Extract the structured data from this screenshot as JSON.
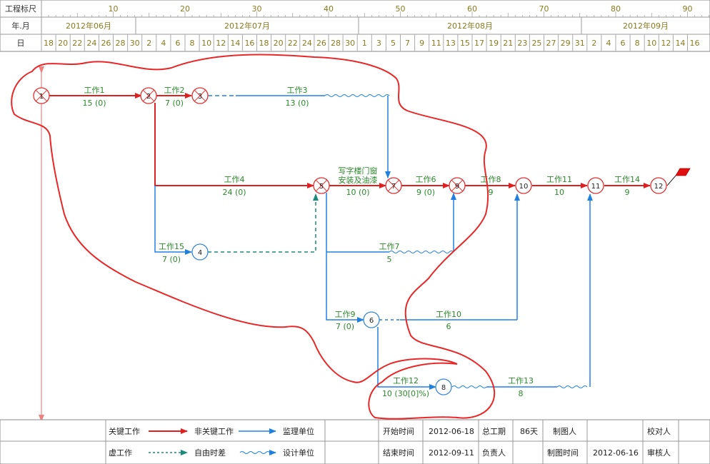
{
  "header": {
    "scale_label": "工程标尺",
    "month_label": "年.月",
    "day_label": "日",
    "scale_ticks": [
      "10",
      "20",
      "30",
      "40",
      "50",
      "60",
      "70",
      "80",
      "90"
    ],
    "months": [
      "2012年06月",
      "2012年07月",
      "2012年08月",
      "2012年09月"
    ],
    "days": [
      "18",
      "20",
      "22",
      "24",
      "26",
      "28",
      "30",
      "2",
      "4",
      "6",
      "8",
      "10",
      "12",
      "14",
      "16",
      "18",
      "20",
      "22",
      "24",
      "26",
      "28",
      "30",
      "1",
      "3",
      "5",
      "7",
      "9",
      "11",
      "13",
      "15",
      "17",
      "19",
      "21",
      "23",
      "25",
      "27",
      "29",
      "31",
      "2",
      "4",
      "6",
      "8",
      "10",
      "12",
      "14",
      "16"
    ]
  },
  "nodes": [
    {
      "id": "1",
      "label": "1",
      "crossed": true,
      "color": "#e03030"
    },
    {
      "id": "2",
      "label": "2",
      "crossed": true,
      "color": "#e03030"
    },
    {
      "id": "3",
      "label": "3",
      "crossed": true,
      "color": "#e03030"
    },
    {
      "id": "4",
      "label": "4",
      "crossed": false,
      "color": "#3a86d8"
    },
    {
      "id": "5",
      "label": "5",
      "crossed": true,
      "color": "#e03030"
    },
    {
      "id": "7",
      "label": "7",
      "crossed": true,
      "color": "#e03030"
    },
    {
      "id": "9",
      "label": "9",
      "crossed": true,
      "color": "#e03030"
    },
    {
      "id": "10",
      "label": "10",
      "crossed": false,
      "color": "#e03030"
    },
    {
      "id": "11",
      "label": "11",
      "crossed": false,
      "color": "#e03030"
    },
    {
      "id": "12",
      "label": "12",
      "crossed": false,
      "color": "#e03030"
    },
    {
      "id": "6",
      "label": "6",
      "crossed": false,
      "color": "#3a86d8"
    },
    {
      "id": "8",
      "label": "8",
      "crossed": false,
      "color": "#3a86d8"
    }
  ],
  "tasks": [
    {
      "name": "工作1",
      "duration": "15 (0)"
    },
    {
      "name": "工作2",
      "duration": "7 (0)"
    },
    {
      "name": "工作3",
      "duration": "13 (0)"
    },
    {
      "name": "工作4",
      "duration": "24 (0)"
    },
    {
      "name": "写字楼门窗",
      "name2": "安装及油漆",
      "duration": "10 (0)"
    },
    {
      "name": "工作6",
      "duration": "9 (0)"
    },
    {
      "name": "工作8",
      "duration": "9"
    },
    {
      "name": "工作11",
      "duration": "10"
    },
    {
      "name": "工作14",
      "duration": "9"
    },
    {
      "name": "工作15",
      "duration": "7 (0)"
    },
    {
      "name": "工作7",
      "duration": "5"
    },
    {
      "name": "工作9",
      "duration": "7 (0)"
    },
    {
      "name": "工作10",
      "duration": "6"
    },
    {
      "name": "工作12",
      "duration": "10 (30[0]%)"
    },
    {
      "name": "工作13",
      "duration": "8"
    }
  ],
  "legend": {
    "critical": "关键工作",
    "noncritical": "非关键工作",
    "supervisor": "监理单位",
    "dummy": "虚工作",
    "free_float": "自由时差",
    "designer": "设计单位"
  },
  "info": {
    "start_label": "开始时间",
    "start_value": "2012-06-18",
    "duration_label": "总工期",
    "duration_value": "86天",
    "drafter_label": "制图人",
    "drafter_value": "",
    "checker_label": "校对人",
    "end_label": "结束时间",
    "end_value": "2012-09-11",
    "manager_label": "负责人",
    "manager_value": "",
    "draw_date_label": "制图时间",
    "draw_date_value": "2012-06-16",
    "reviewer_label": "审核人"
  },
  "colors": {
    "critical": "#e02020",
    "noncritical": "#2080e0",
    "dummy": "#1a8a7a",
    "header_text": "#8a7a20",
    "task_text": "#2a8a2a",
    "annotation": "#e03030"
  }
}
